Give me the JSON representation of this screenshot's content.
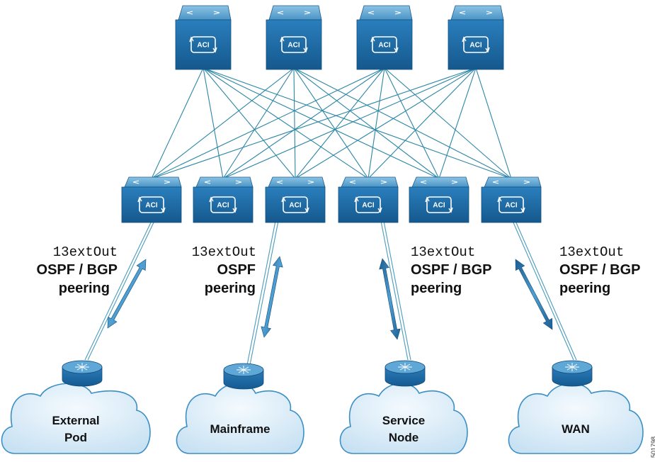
{
  "spines": [
    {
      "badge": "ACI"
    },
    {
      "badge": "ACI"
    },
    {
      "badge": "ACI"
    },
    {
      "badge": "ACI"
    }
  ],
  "leaves": [
    {
      "badge": "ACI"
    },
    {
      "badge": "ACI"
    },
    {
      "badge": "ACI"
    },
    {
      "badge": "ACI"
    },
    {
      "badge": "ACI"
    },
    {
      "badge": "ACI"
    }
  ],
  "connections": [
    {
      "l3out": "13extOut",
      "protocol": "OSPF / BGP",
      "peering": "peering"
    },
    {
      "l3out": "13extOut",
      "protocol": "OSPF",
      "peering": "peering"
    },
    {
      "l3out": "13extOut",
      "protocol": "OSPF / BGP",
      "peering": "peering"
    },
    {
      "l3out": "13extOut",
      "protocol": "OSPF / BGP",
      "peering": "peering"
    }
  ],
  "external_nodes": [
    {
      "name_line1": "External",
      "name_line2": "Pod"
    },
    {
      "name_line1": "Mainframe",
      "name_line2": ""
    },
    {
      "name_line1": "Service",
      "name_line2": "Node"
    },
    {
      "name_line1": "WAN",
      "name_line2": ""
    }
  ],
  "figure_id": "501798",
  "colors": {
    "switch_face": "#1f6fa8",
    "switch_top": "#5aa2d0",
    "link": "#2c86a6",
    "cloud": "#d8ebf7",
    "cloud_edge": "#3a8fc4",
    "arrow": "#2a7ab3"
  }
}
